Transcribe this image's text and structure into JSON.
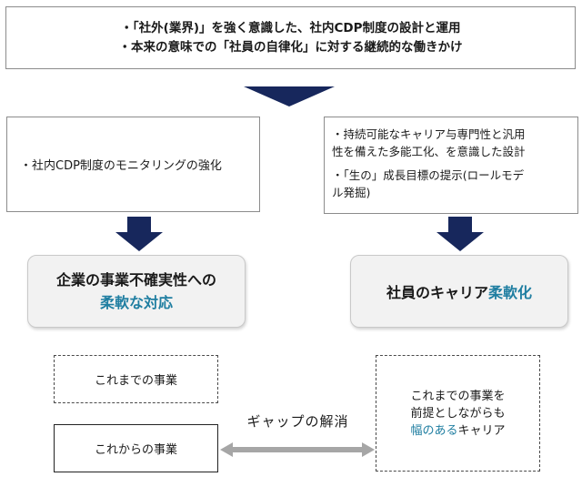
{
  "top_box": {
    "lines": [
      "・「社外(業界)」を強く意識した、社内CDP制度の設計と運用",
      "・本来の意味での「社員の自律化」に対する継続的な働きかけ"
    ]
  },
  "left_box": {
    "text": "・社内CDP制度のモニタリングの強化"
  },
  "right_box": {
    "item1_line1": "・持続可能なキャリア与専門性と汎用",
    "item1_line2": "性を備えた多能工化、を意識した設計",
    "item2_line1": "・「生の」成長目標の提示(ロールモデ",
    "item2_line2": "ル発掘)"
  },
  "left_result": {
    "line1": "企業の事業不確実性への",
    "line2": "柔軟な対応"
  },
  "right_result": {
    "prefix": "社員のキャリア",
    "accent": "柔軟化"
  },
  "past_business": "これまでの事業",
  "future_business": "これからの事業",
  "gap_label": "ギャップの解消",
  "career_box": {
    "line1": "これまでの事業を",
    "line2": "前提としながらも",
    "line3_accent": "幅のある",
    "line3_rest": "キャリア"
  },
  "colors": {
    "accent": "#1f7ea1",
    "arrow_navy": "#17275c",
    "gap_arrow": "#a6a6a6"
  }
}
